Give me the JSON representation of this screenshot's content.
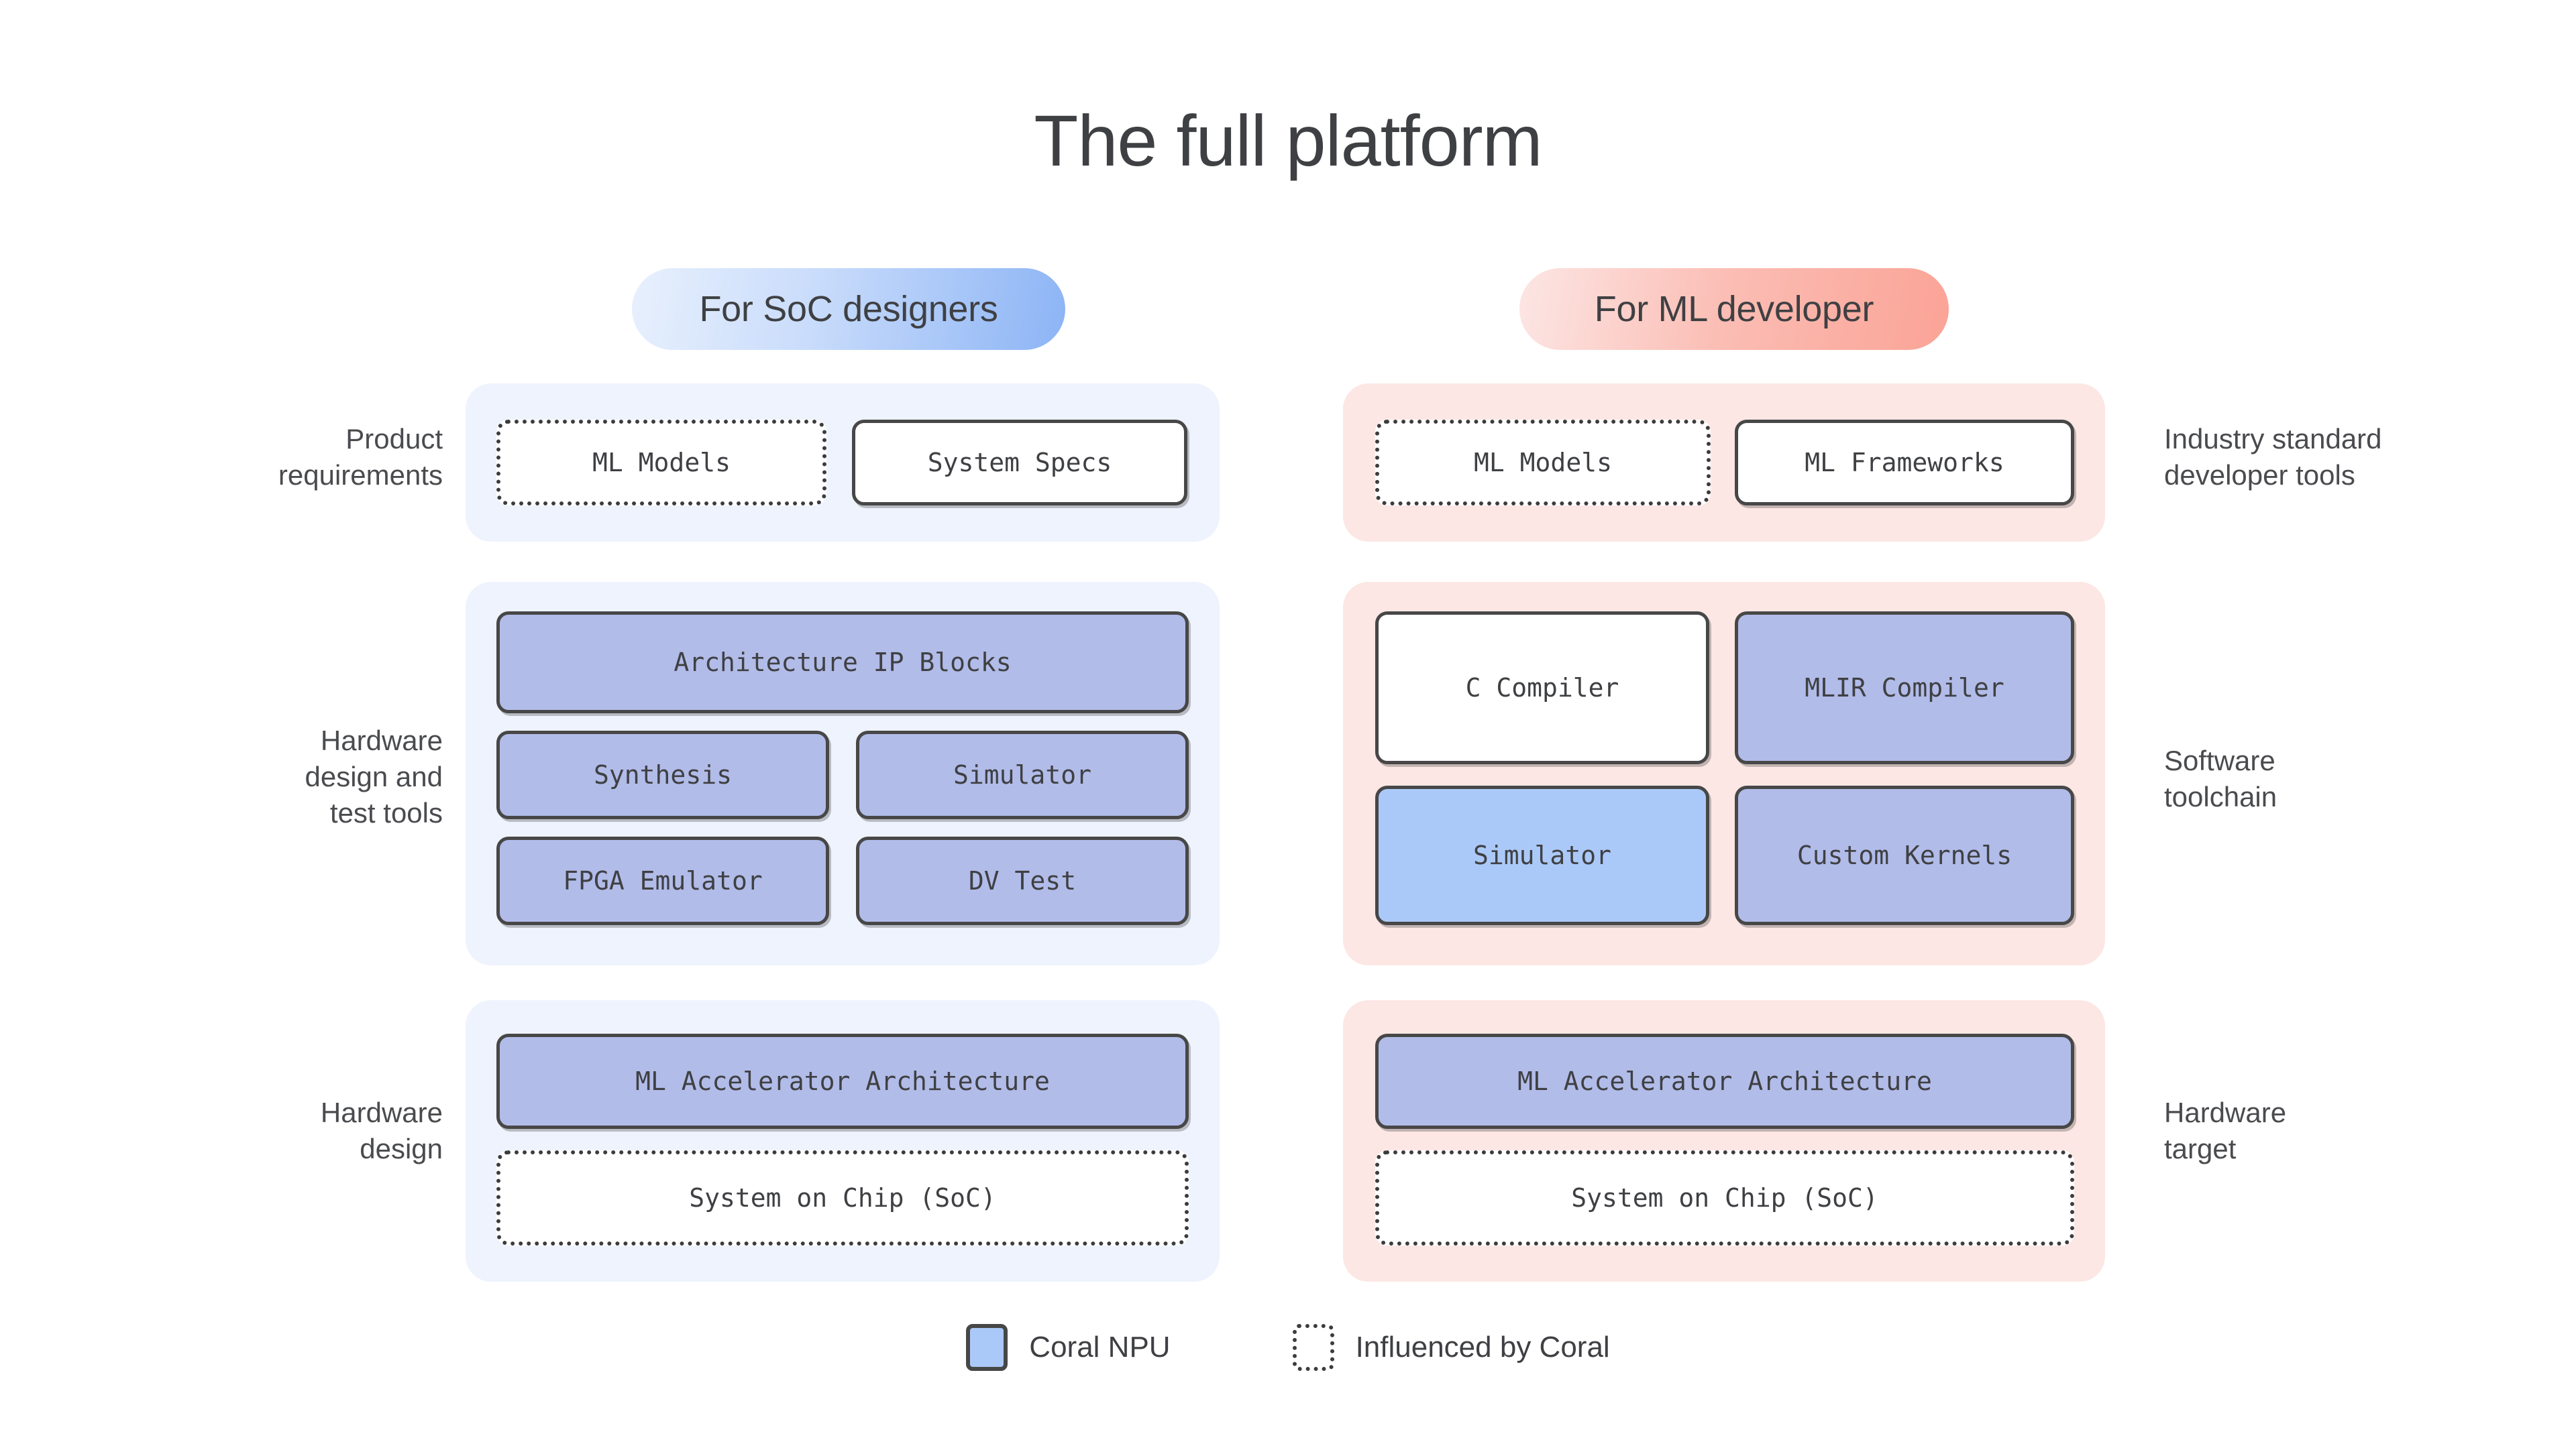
{
  "page": {
    "title": "The full platform",
    "background": "#ffffff"
  },
  "colors": {
    "panel_blue": "#eef3fd",
    "panel_pink": "#fce7e4",
    "node_periwinkle": "#b2bce9",
    "node_sky": "#abc9f8",
    "node_white": "#ffffff",
    "border_dark": "#474747",
    "text": "#3f4043"
  },
  "columns": [
    {
      "id": "soc",
      "pill_label": "For SoC designers",
      "theme": "blue"
    },
    {
      "id": "ml",
      "pill_label": "For ML developer",
      "theme": "pink"
    }
  ],
  "left_labels": {
    "product_requirements": "Product\nrequirements",
    "hardware_design_and_test_tools": "Hardware\ndesign and\ntest tools",
    "hardware_design": "Hardware\ndesign"
  },
  "right_labels": {
    "industry_standard_developer_tools": "Industry standard\ndeveloper tools",
    "software_toolchain": "Software\ntoolchain",
    "hardware_target": "Hardware\ntarget"
  },
  "nodes": {
    "left_top": [
      {
        "label": "ML Models",
        "style": "dotted"
      },
      {
        "label": "System Specs",
        "style": "solid-white"
      }
    ],
    "left_mid": [
      {
        "label": "Architecture IP Blocks",
        "style": "solid-periwinkle"
      },
      {
        "label": "Synthesis",
        "style": "solid-periwinkle"
      },
      {
        "label": "Simulator",
        "style": "solid-periwinkle"
      },
      {
        "label": "FPGA Emulator",
        "style": "solid-periwinkle"
      },
      {
        "label": "DV Test",
        "style": "solid-periwinkle"
      }
    ],
    "left_bottom": [
      {
        "label": "ML Accelerator Architecture",
        "style": "solid-periwinkle"
      },
      {
        "label": "System on Chip (SoC)",
        "style": "dotted"
      }
    ],
    "right_top": [
      {
        "label": "ML Models",
        "style": "dotted"
      },
      {
        "label": "ML Frameworks",
        "style": "solid-white"
      }
    ],
    "right_mid": [
      {
        "label": "C Compiler",
        "style": "solid-white"
      },
      {
        "label": "MLIR Compiler",
        "style": "solid-periwinkle"
      },
      {
        "label": "Simulator",
        "style": "solid-sky"
      },
      {
        "label": "Custom Kernels",
        "style": "solid-periwinkle"
      }
    ],
    "right_bottom": [
      {
        "label": "ML Accelerator Architecture",
        "style": "solid-periwinkle"
      },
      {
        "label": "System on Chip (SoC)",
        "style": "dotted"
      }
    ]
  },
  "legend": [
    {
      "label": "Coral NPU",
      "swatch": "filled-sky"
    },
    {
      "label": "Influenced by Coral",
      "swatch": "dotted-white"
    }
  ]
}
